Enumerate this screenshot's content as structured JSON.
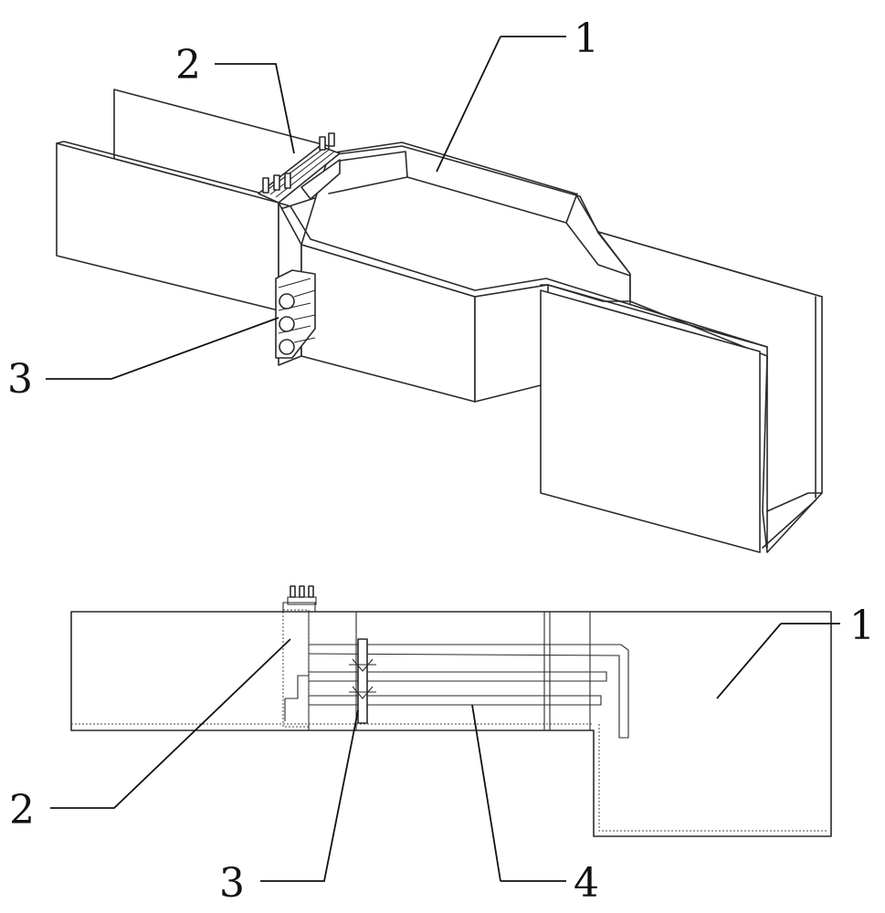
{
  "figure_top": {
    "labels": {
      "part_1": "1",
      "part_2": "2",
      "part_3": "3"
    }
  },
  "figure_bottom": {
    "labels": {
      "part_1": "1",
      "part_2": "2",
      "part_3": "3",
      "part_4": "4"
    }
  },
  "colors": {
    "line": "#2a2a2a",
    "background": "#ffffff"
  }
}
